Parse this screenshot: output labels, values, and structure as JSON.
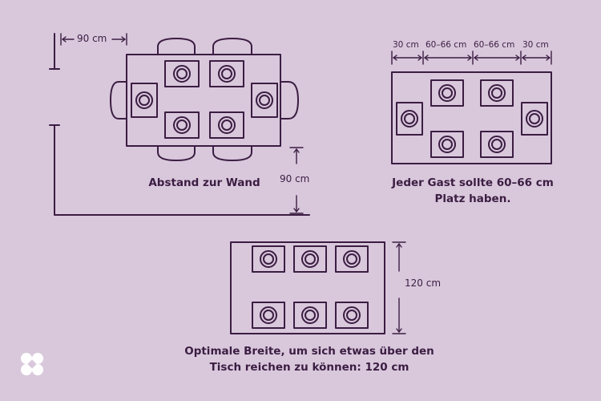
{
  "colors": {
    "background": "#d9c8dc",
    "ink": "#3b1d42",
    "table_fill": "#d9c8dc",
    "accent_light": "#ffffff"
  },
  "panel_wall": {
    "top_dimension": "90 cm",
    "side_dimension": "90 cm",
    "caption": "Abstand zur Wand"
  },
  "panel_spacing": {
    "dimensions": [
      "30 cm",
      "60–66 cm",
      "60–66 cm",
      "30 cm"
    ],
    "caption_line1": "Jeder Gast sollte 60–66 cm",
    "caption_line2": "Platz haben."
  },
  "panel_width": {
    "dimension": "120 cm",
    "caption_line1": "Optimale Breite, um sich etwas über den",
    "caption_line2": "Tisch reichen zu können: 120 cm"
  },
  "logo_icon": "flower-logo-icon"
}
